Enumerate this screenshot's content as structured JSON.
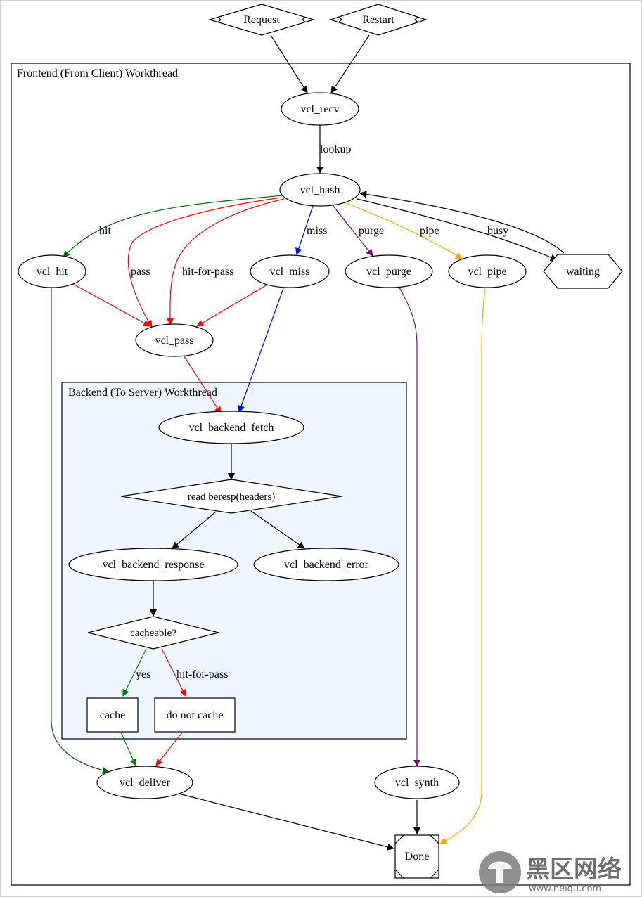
{
  "clusters": {
    "frontend": "Frontend (From Client) Workthread",
    "backend": "Backend (To Server) Workthread"
  },
  "nodes": {
    "request": "Request",
    "restart": "Restart",
    "vcl_recv": "vcl_recv",
    "vcl_hash": "vcl_hash",
    "vcl_hit": "vcl_hit",
    "vcl_miss": "vcl_miss",
    "vcl_purge": "vcl_purge",
    "vcl_pipe": "vcl_pipe",
    "waiting": "waiting",
    "vcl_pass": "vcl_pass",
    "vcl_backend_fetch": "vcl_backend_fetch",
    "read_beresp": "read beresp(headers)",
    "vcl_backend_response": "vcl_backend_response",
    "vcl_backend_error": "vcl_backend_error",
    "cacheable": "cacheable?",
    "cache": "cache",
    "do_not_cache": "do not cache",
    "vcl_deliver": "vcl_deliver",
    "vcl_synth": "vcl_synth",
    "done": "Done"
  },
  "edge_labels": {
    "lookup": "lookup",
    "hit": "hit",
    "pass": "pass",
    "hit_for_pass": "hit-for-pass",
    "miss": "miss",
    "purge": "purge",
    "pipe": "pipe",
    "busy": "busy",
    "yes": "yes",
    "hit_for_pass_2": "hit-for-pass"
  },
  "colors": {
    "black": "#000000",
    "green": "#006400",
    "green_light": "#008000",
    "red": "#ff0000",
    "blue": "#0000ff",
    "purple": "#800080",
    "orange": "#ffa500",
    "backend_fill": "#eef5fe"
  },
  "watermark": {
    "text": "黑区网络",
    "sub": "www.heiqu.com"
  }
}
